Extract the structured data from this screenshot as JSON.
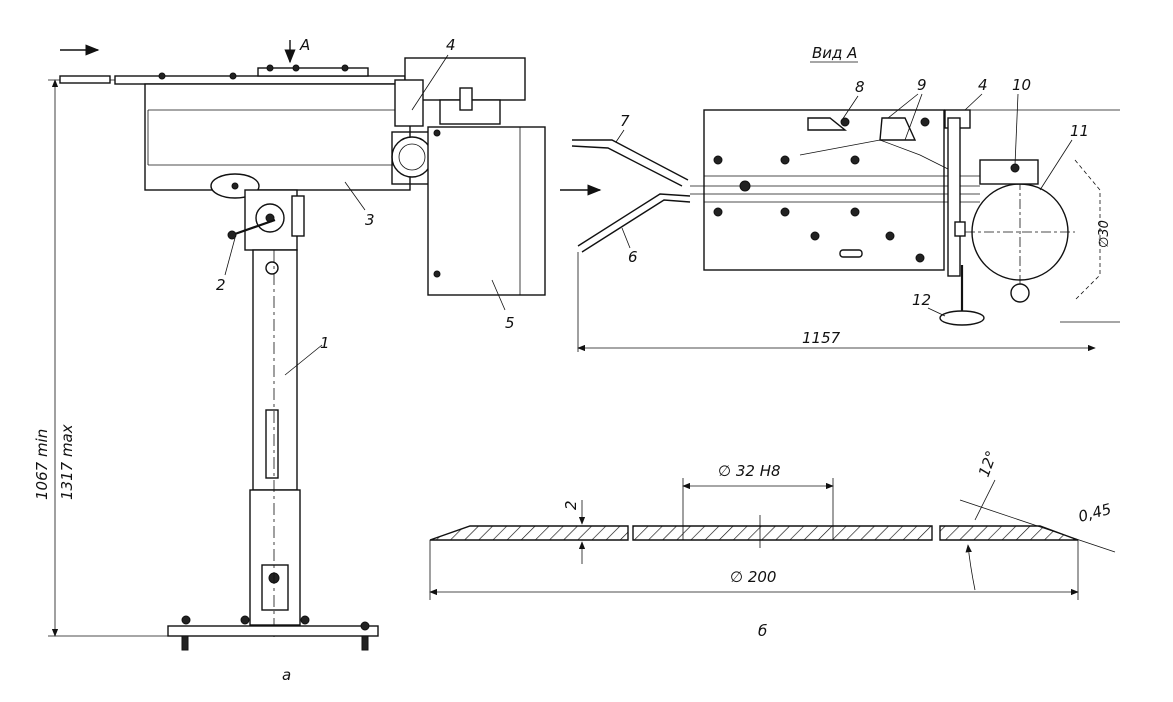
{
  "labels": {
    "view_a_title": "Вид А",
    "arrow_a": "А",
    "view_a_caption": "а",
    "view_b_caption": "б",
    "dim_height_min": "1067 min",
    "dim_height_max": "1317 max",
    "dim_width": "1157",
    "dim_bore": "∅ 32 H8",
    "dim_diameter": "∅ 200",
    "dim_thickness": "2",
    "dim_angle": "12°",
    "dim_edge": "0,45",
    "dim_disc_view": "∅30"
  },
  "parts": [
    "1",
    "2",
    "3",
    "4",
    "5",
    "6",
    "7",
    "8",
    "9",
    "4",
    "10",
    "11",
    "12"
  ]
}
